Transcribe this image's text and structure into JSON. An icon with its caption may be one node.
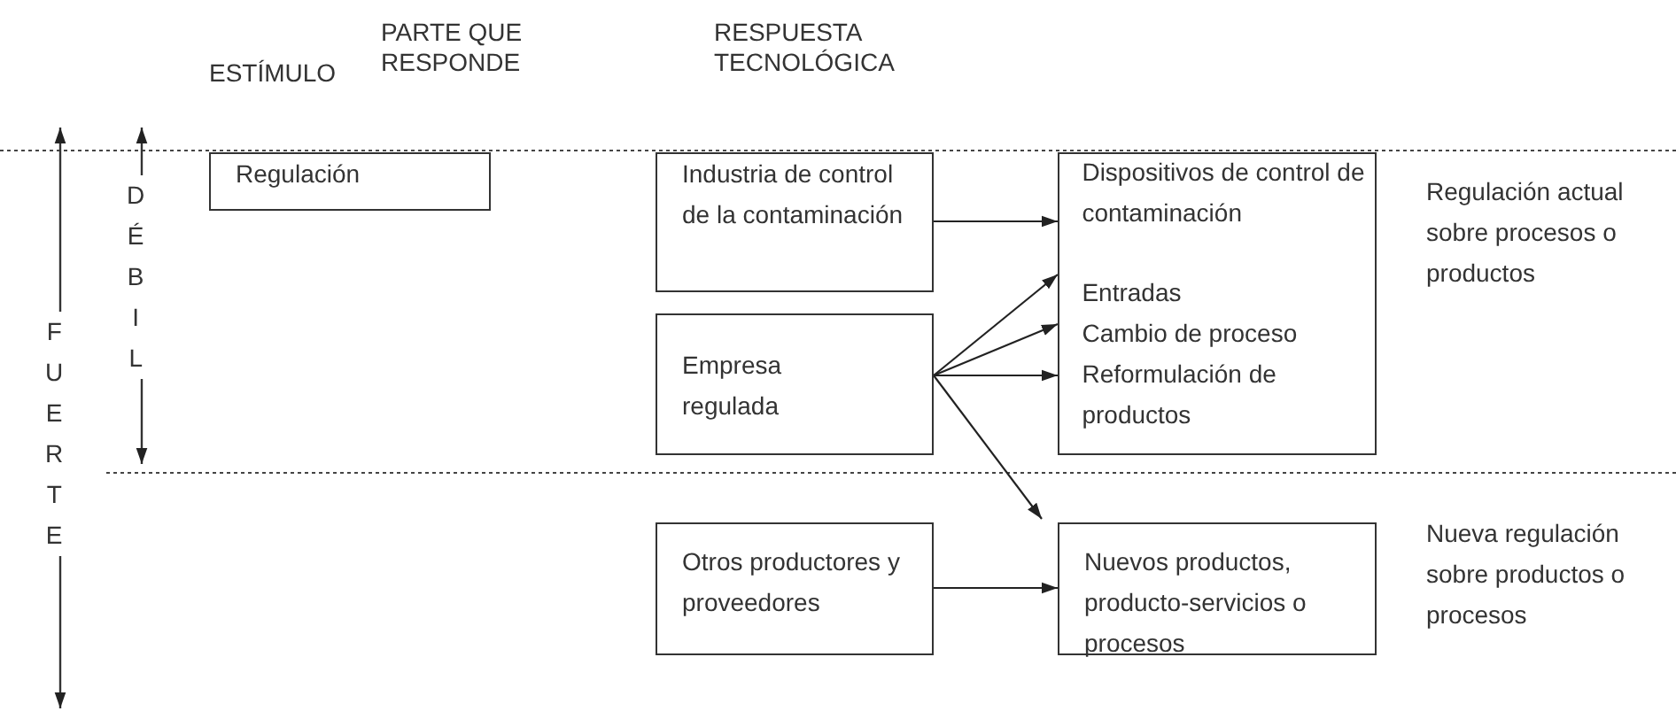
{
  "diagram": {
    "nodes": [
      {
        "text": [
          "Regulación"
        ]
      },
      {
        "text": [
          "Industria de control de la contaminación"
        ]
      },
      {
        "text": [],
        "shape": "box",
        "beside": [
          "Regulación actual sobre procesos o productos"
        ]
      },
      {
        "text": [
          "Dispositivos de control de contaminación"
        ],
        "in": 2
      },
      {
        "text": [
          "Entradas"
        ],
        "in": 2
      },
      {
        "text": [
          "Cambio de proceso"
        ],
        "in": 2
      },
      {
        "text": [
          "Reformulación de productos"
        ],
        "in": 2
      },
      {
        "text": [
          "Empresa regulada"
        ]
      },
      {
        "text": [
          "Otros productores y proveedores"
        ]
      },
      {
        "text": [
          "Nuevos productos, producto-servicios o procesos"
        ],
        "beside": [
          "Nueva regulación sobre productos o procesos"
        ]
      }
    ],
    "edges": [
      {
        "from": 1,
        "to": 3,
        "arrow": "to"
      },
      {
        "from": 7,
        "to": 4,
        "arrow": "to"
      },
      {
        "from": 7,
        "to": 5,
        "arrow": "to"
      },
      {
        "from": 7,
        "to": 6,
        "arrow": "to"
      },
      {
        "from": 7,
        "to": 9,
        "arrow": "to"
      },
      {
        "from": 8,
        "to": 9,
        "arrow": "to"
      }
    ],
    "labels": [
      "ESTÍMULO",
      "PARTE QUE RESPONDE",
      "RESPUESTA TECNOLÓGICA",
      "FUERTE",
      "DÉBIL"
    ]
  }
}
